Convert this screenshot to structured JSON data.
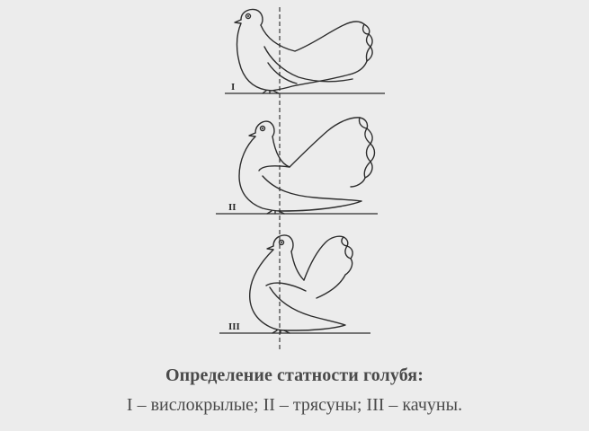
{
  "figure": {
    "labels": [
      "I",
      "II",
      "III"
    ]
  },
  "caption": {
    "title": "Определение статности голубя:",
    "text": "I – вислокрылые; II – трясуны; III – качуны."
  }
}
